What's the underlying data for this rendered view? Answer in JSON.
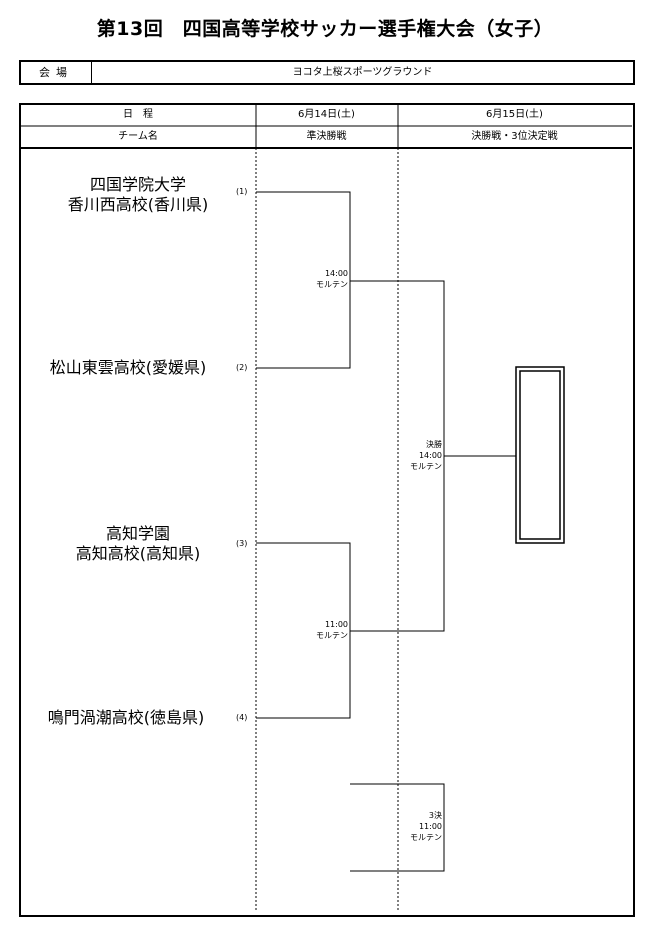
{
  "title": "第13回　四国高等学校サッカー選手権大会（女子）",
  "venue": {
    "label": "会場",
    "name": "ヨコタ上桜スポーツグラウンド"
  },
  "header": {
    "row1": {
      "label": "日　程",
      "day1": "6月14日(土)",
      "day2": "6月15日(土)"
    },
    "row2": {
      "label": "チーム名",
      "day1": "準決勝戦",
      "day2": "決勝戦・3位決定戦"
    }
  },
  "teams": [
    {
      "line1": "四国学院大学",
      "line2": "香川西高校(香川県)",
      "seed": "(1)"
    },
    {
      "line1": "松山東雲高校(愛媛県)",
      "line2": "",
      "seed": "(2)"
    },
    {
      "line1": "高知学園",
      "line2": "高知高校(高知県)",
      "seed": "(3)"
    },
    {
      "line1": "鳴門渦潮高校(徳島県)",
      "line2": "",
      "seed": "(4)"
    }
  ],
  "matches": {
    "semi1": {
      "time": "14:00",
      "venue": "モルテン"
    },
    "semi2": {
      "time": "11:00",
      "venue": "モルテン"
    },
    "final": {
      "name": "決勝",
      "time": "14:00",
      "venue": "モルテン"
    },
    "third": {
      "name": "3決",
      "time": "11:00",
      "venue": "モルテン"
    }
  }
}
